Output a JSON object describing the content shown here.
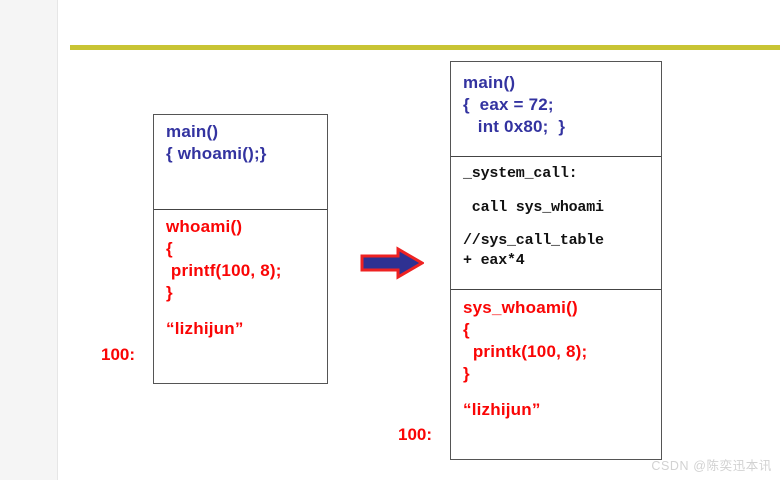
{
  "slide": {
    "rule_color": "#c8c434",
    "accent_blue": "#3333a0",
    "accent_red": "#fa0505"
  },
  "user_space_box": {
    "name": "user-space-code",
    "sections": [
      {
        "name": "main-function",
        "style": "blue",
        "lines": [
          "main()",
          "{ whoami();}"
        ]
      },
      {
        "name": "whoami-function",
        "style": "red",
        "lines": [
          "whoami()",
          "{",
          " printf(100, 8);",
          "}",
          "",
          "“lizhijun”"
        ]
      }
    ]
  },
  "kernel_space_box": {
    "name": "kernel-space-code",
    "sections": [
      {
        "name": "main-function",
        "style": "blue",
        "lines": [
          "main()",
          "{  eax = 72;",
          "   int 0x80;  }"
        ]
      },
      {
        "name": "system-call-entry",
        "style": "mono",
        "lines": [
          "_system_call:",
          "",
          " call sys_whoami",
          "",
          "//sys_call_table",
          "+ eax*4"
        ]
      },
      {
        "name": "sys-whoami-function",
        "style": "red",
        "lines": [
          "sys_whoami()",
          "{",
          "  printk(100, 8);",
          "}",
          "",
          "“lizhijun”"
        ]
      }
    ]
  },
  "address_labels": {
    "left": "100:",
    "right": "100:"
  },
  "arrow": {
    "name": "right-arrow-icon",
    "fill": "#2e3192",
    "stroke": "#ee2222"
  },
  "watermark": {
    "text": "CSDN @陈奕迅本讯"
  }
}
